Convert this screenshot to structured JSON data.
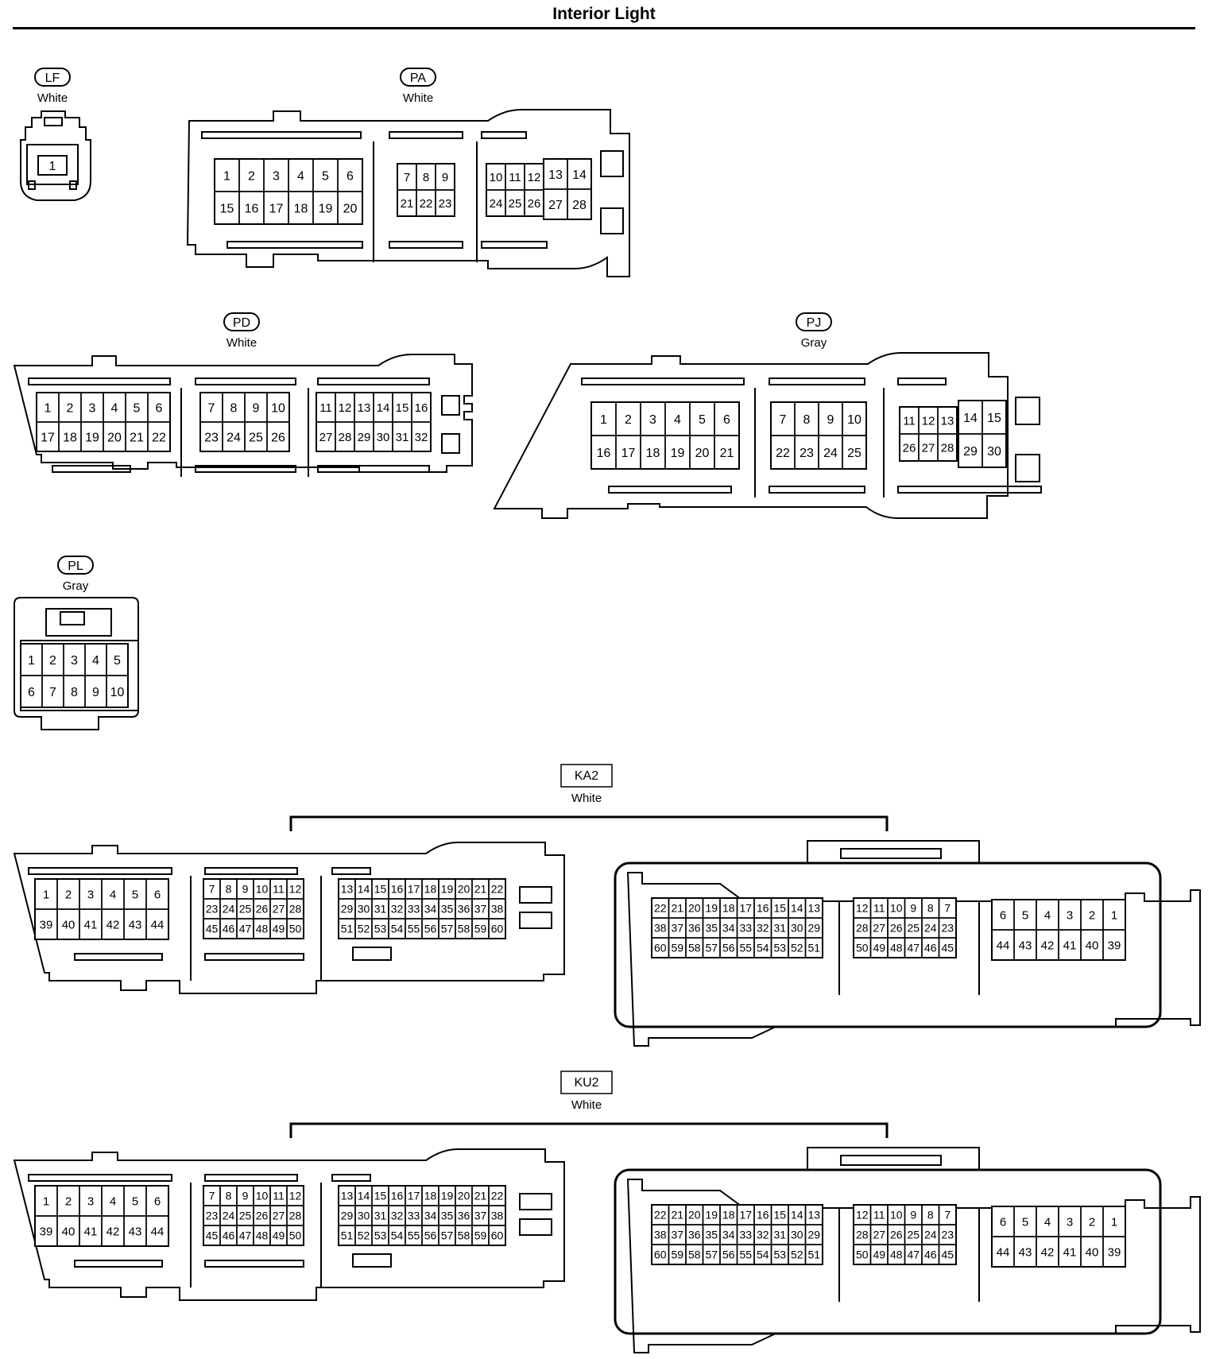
{
  "title": "Interior Light",
  "connectors": [
    {
      "id": "LF",
      "color": "White",
      "kind": "single",
      "blocks": [
        {
          "rows": [
            [
              "1"
            ]
          ]
        }
      ]
    },
    {
      "id": "PA",
      "color": "White",
      "kind": "hybrid",
      "blocks": [
        {
          "rows": [
            [
              "1",
              "2",
              "3",
              "4",
              "5",
              "6"
            ],
            [
              "15",
              "16",
              "17",
              "18",
              "19",
              "20"
            ]
          ]
        },
        {
          "rows": [
            [
              "7",
              "8",
              "9"
            ],
            [
              "21",
              "22",
              "23"
            ]
          ]
        },
        {
          "rows": [
            [
              "10",
              "11",
              "12"
            ],
            [
              "24",
              "25",
              "26"
            ]
          ]
        },
        {
          "rows": [
            [
              "13",
              "14"
            ],
            [
              "27",
              "28"
            ]
          ]
        }
      ]
    },
    {
      "id": "PD",
      "color": "White",
      "kind": "hybrid",
      "blocks": [
        {
          "rows": [
            [
              "1",
              "2",
              "3",
              "4",
              "5",
              "6"
            ],
            [
              "17",
              "18",
              "19",
              "20",
              "21",
              "22"
            ]
          ]
        },
        {
          "rows": [
            [
              "7",
              "8",
              "9",
              "10"
            ],
            [
              "23",
              "24",
              "25",
              "26"
            ]
          ]
        },
        {
          "rows": [
            [
              "11",
              "12",
              "13",
              "14",
              "15",
              "16"
            ],
            [
              "27",
              "28",
              "29",
              "30",
              "31",
              "32"
            ]
          ]
        }
      ]
    },
    {
      "id": "PJ",
      "color": "Gray",
      "kind": "hybrid",
      "blocks": [
        {
          "rows": [
            [
              "1",
              "2",
              "3",
              "4",
              "5",
              "6"
            ],
            [
              "16",
              "17",
              "18",
              "19",
              "20",
              "21"
            ]
          ]
        },
        {
          "rows": [
            [
              "7",
              "8",
              "9",
              "10"
            ],
            [
              "22",
              "23",
              "24",
              "25"
            ]
          ]
        },
        {
          "rows": [
            [
              "11",
              "12",
              "13"
            ],
            [
              "26",
              "27",
              "28"
            ]
          ]
        },
        {
          "rows": [
            [
              "14",
              "15"
            ],
            [
              "29",
              "30"
            ]
          ]
        }
      ]
    },
    {
      "id": "PL",
      "color": "Gray",
      "kind": "simple",
      "blocks": [
        {
          "rows": [
            [
              "1",
              "2",
              "3",
              "4",
              "5"
            ],
            [
              "6",
              "7",
              "8",
              "9",
              "10"
            ]
          ]
        }
      ]
    },
    {
      "id": "KA2",
      "color": "White",
      "kind": "pair",
      "blocks": [
        {
          "rows": [
            [
              "1",
              "2",
              "3",
              "4",
              "5",
              "6"
            ],
            [
              "39",
              "40",
              "41",
              "42",
              "43",
              "44"
            ]
          ]
        },
        {
          "rows": [
            [
              "7",
              "8",
              "9",
              "10",
              "11",
              "12"
            ],
            [
              "23",
              "24",
              "25",
              "26",
              "27",
              "28"
            ],
            [
              "45",
              "46",
              "47",
              "48",
              "49",
              "50"
            ]
          ]
        },
        {
          "rows": [
            [
              "13",
              "14",
              "15",
              "16",
              "17",
              "18",
              "19",
              "20",
              "21",
              "22"
            ],
            [
              "29",
              "30",
              "31",
              "32",
              "33",
              "34",
              "35",
              "36",
              "37",
              "38"
            ],
            [
              "51",
              "52",
              "53",
              "54",
              "55",
              "56",
              "57",
              "58",
              "59",
              "60"
            ]
          ]
        }
      ],
      "mirror_blocks": [
        {
          "rows": [
            [
              "22",
              "21",
              "20",
              "19",
              "18",
              "17",
              "16",
              "15",
              "14",
              "13"
            ],
            [
              "38",
              "37",
              "36",
              "35",
              "34",
              "33",
              "32",
              "31",
              "30",
              "29"
            ],
            [
              "60",
              "59",
              "58",
              "57",
              "56",
              "55",
              "54",
              "53",
              "52",
              "51"
            ]
          ]
        },
        {
          "rows": [
            [
              "12",
              "11",
              "10",
              "9",
              "8",
              "7"
            ],
            [
              "28",
              "27",
              "26",
              "25",
              "24",
              "23"
            ],
            [
              "50",
              "49",
              "48",
              "47",
              "46",
              "45"
            ]
          ]
        },
        {
          "rows": [
            [
              "6",
              "5",
              "4",
              "3",
              "2",
              "1"
            ],
            [
              "44",
              "43",
              "42",
              "41",
              "40",
              "39"
            ]
          ]
        }
      ]
    },
    {
      "id": "KU2",
      "color": "White",
      "kind": "pair",
      "blocks": [
        {
          "rows": [
            [
              "1",
              "2",
              "3",
              "4",
              "5",
              "6"
            ],
            [
              "39",
              "40",
              "41",
              "42",
              "43",
              "44"
            ]
          ]
        },
        {
          "rows": [
            [
              "7",
              "8",
              "9",
              "10",
              "11",
              "12"
            ],
            [
              "23",
              "24",
              "25",
              "26",
              "27",
              "28"
            ],
            [
              "45",
              "46",
              "47",
              "48",
              "49",
              "50"
            ]
          ]
        },
        {
          "rows": [
            [
              "13",
              "14",
              "15",
              "16",
              "17",
              "18",
              "19",
              "20",
              "21",
              "22"
            ],
            [
              "29",
              "30",
              "31",
              "32",
              "33",
              "34",
              "35",
              "36",
              "37",
              "38"
            ],
            [
              "51",
              "52",
              "53",
              "54",
              "55",
              "56",
              "57",
              "58",
              "59",
              "60"
            ]
          ]
        }
      ],
      "mirror_blocks": [
        {
          "rows": [
            [
              "22",
              "21",
              "20",
              "19",
              "18",
              "17",
              "16",
              "15",
              "14",
              "13"
            ],
            [
              "38",
              "37",
              "36",
              "35",
              "34",
              "33",
              "32",
              "31",
              "30",
              "29"
            ],
            [
              "60",
              "59",
              "58",
              "57",
              "56",
              "55",
              "54",
              "53",
              "52",
              "51"
            ]
          ]
        },
        {
          "rows": [
            [
              "12",
              "11",
              "10",
              "9",
              "8",
              "7"
            ],
            [
              "28",
              "27",
              "26",
              "25",
              "24",
              "23"
            ],
            [
              "50",
              "49",
              "48",
              "47",
              "46",
              "45"
            ]
          ]
        },
        {
          "rows": [
            [
              "6",
              "5",
              "4",
              "3",
              "2",
              "1"
            ],
            [
              "44",
              "43",
              "42",
              "41",
              "40",
              "39"
            ]
          ]
        }
      ]
    }
  ]
}
